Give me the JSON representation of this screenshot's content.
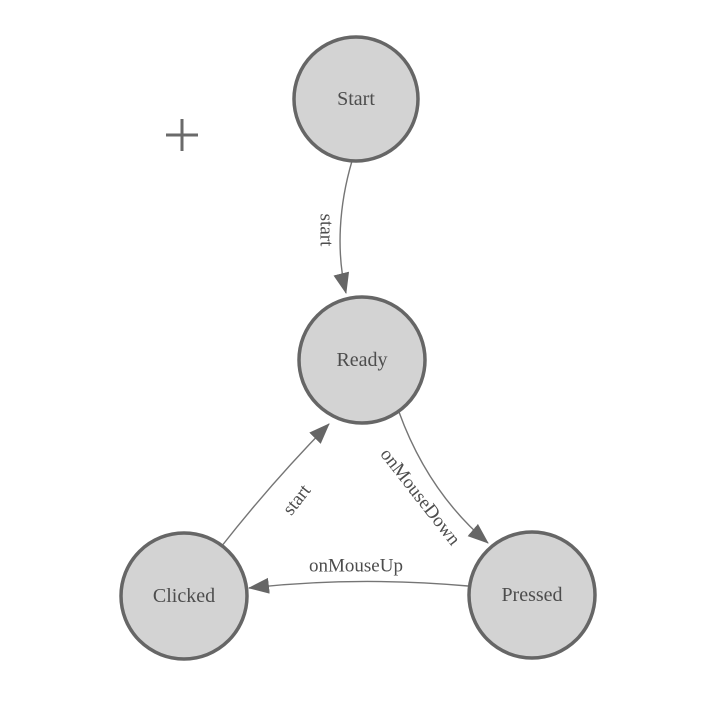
{
  "diagram": {
    "nodes": [
      {
        "id": "start",
        "label": "Start"
      },
      {
        "id": "ready",
        "label": "Ready"
      },
      {
        "id": "clicked",
        "label": "Clicked"
      },
      {
        "id": "pressed",
        "label": "Pressed"
      }
    ],
    "edges": [
      {
        "from": "start",
        "to": "ready",
        "label": "start"
      },
      {
        "from": "clicked",
        "to": "ready",
        "label": "start"
      },
      {
        "from": "ready",
        "to": "pressed",
        "label": "onMouseDown"
      },
      {
        "from": "pressed",
        "to": "clicked",
        "label": "onMouseUp"
      }
    ],
    "icons": {
      "crosshair": "plus-crosshair"
    },
    "colors": {
      "canvas_background": "#ffffff",
      "node_fill": "#d3d3d3",
      "node_border": "#666666",
      "edge_line": "#757575",
      "arrowhead": "#666666",
      "label_text": "#4d4d4d",
      "crosshair": "#6a6a6a"
    }
  }
}
